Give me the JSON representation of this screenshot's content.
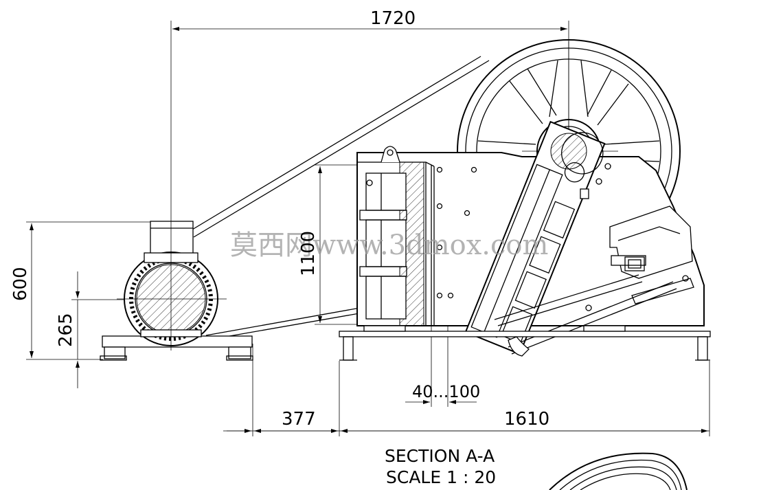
{
  "dimensions": {
    "overall_width": "1720",
    "motor_offset": "377",
    "base_length": "1610",
    "height": "600",
    "motor_axis_height": "265",
    "opening_height": "1100",
    "discharge_range": "40...100"
  },
  "caption": {
    "section": "SECTION A-A",
    "scale": "SCALE 1 : 20"
  },
  "watermark": "莫西网www.3dmox.com",
  "colors": {
    "line": "#000000",
    "background": "#ffffff",
    "watermark": "#9a9a9a"
  }
}
